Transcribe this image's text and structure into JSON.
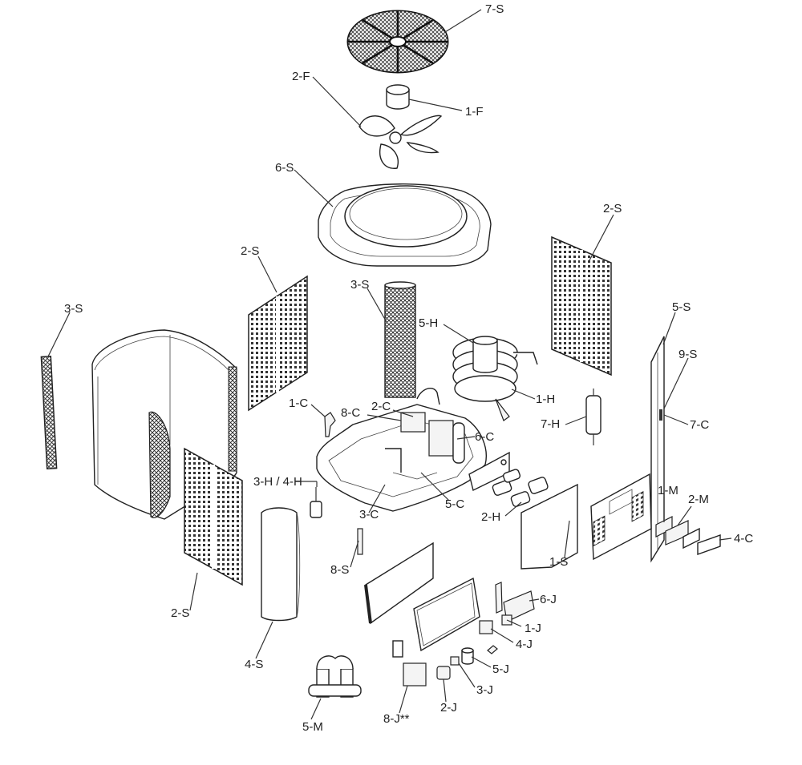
{
  "diagram": {
    "labels": {
      "7S": "7-S",
      "2F": "2-F",
      "1F": "1-F",
      "6S": "6-S",
      "2S_a": "2-S",
      "2S_b": "2-S",
      "2S_c": "2-S",
      "3S_a": "3-S",
      "3S_b": "3-S",
      "5H": "5-H",
      "1H": "1-H",
      "7H": "7-H",
      "5S": "5-S",
      "9S": "9-S",
      "7C": "7-C",
      "1C": "1-C",
      "8C": "8-C",
      "2C": "2-C",
      "6C": "6-C",
      "3H4H": "3-H / 4-H",
      "3C": "3-C",
      "5C": "5-C",
      "2H": "2-H",
      "1S": "1-S",
      "1M": "1-M",
      "2M": "2-M",
      "4C": "4-C",
      "8S": "8-S",
      "4S": "4-S",
      "6J": "6-J",
      "1J": "1-J",
      "4J": "4-J",
      "5J": "5-J",
      "3J": "3-J",
      "2J": "2-J",
      "8J": "8-J**",
      "5M": "5-M"
    }
  }
}
